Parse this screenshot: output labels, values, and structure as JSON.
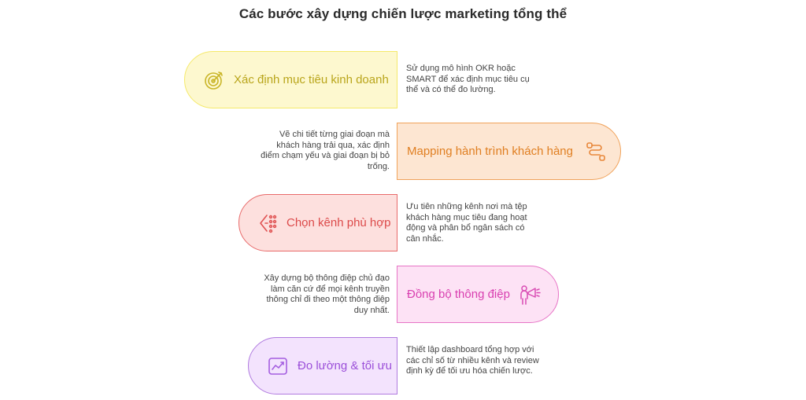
{
  "title": "Các bước xây dựng chiến lược marketing tổng thể",
  "steps": [
    {
      "label": "Xác định mục tiêu kinh doanh",
      "description": "Sử dụng mô hình OKR hoặc SMART để xác định mục tiêu cụ thể và có thể đo lường.",
      "icon": "target-icon",
      "color": "#f5e96a",
      "fill": "#fdf8cf",
      "text_color": "#b9a51b"
    },
    {
      "label": "Mapping hành trình khách hàng",
      "description": "Vẽ chi tiết từng giai đoạn mà khách hàng trải qua, xác định điểm chạm yếu và giai đoạn bị bỏ trống.",
      "icon": "journey-path-icon",
      "color": "#f0a25a",
      "fill": "#fde6d2",
      "text_color": "#e07f22"
    },
    {
      "label": "Chọn kênh phù hợp",
      "description": "Ưu tiên những kênh nơi mà tệp khách hàng mục tiêu đang hoạt động và phân bổ ngân sách có cân nhắc.",
      "icon": "channel-select-icon",
      "color": "#e86a6a",
      "fill": "#fde0de",
      "text_color": "#dc4a4a"
    },
    {
      "label": "Đồng bộ thông điệp",
      "description": "Xây dựng bộ thông điệp chủ đạo làm căn cứ để mọi kênh truyền thông chỉ đi theo một thông điệp duy nhất.",
      "icon": "megaphone-person-icon",
      "color": "#e774c6",
      "fill": "#fde2f5",
      "text_color": "#d93fb0"
    },
    {
      "label": "Đo lường & tối ưu",
      "description": "Thiết lập dashboard tổng hợp với các chỉ số từ nhiều kênh và review định kỳ để tối ưu hóa chiến lược.",
      "icon": "analytics-chart-icon",
      "color": "#b07adf",
      "fill": "#f3e3fd",
      "text_color": "#9b4fd9"
    }
  ]
}
